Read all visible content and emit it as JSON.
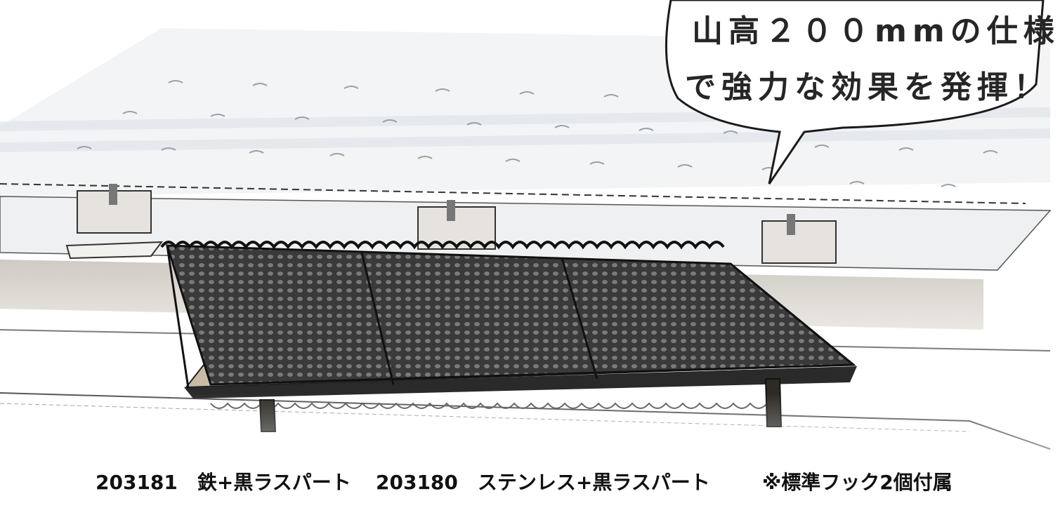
{
  "bubble": {
    "line1": "山高２００mmの仕様",
    "line2": "で強力な効果を発揮！"
  },
  "captions": [
    "203181　鉄+黒ラスパート",
    "203180　ステンレス+黒ラスパート",
    "※標準フック2個付属"
  ],
  "colors": {
    "roof": "#f2f3f4",
    "fascia": "#e6e8ea",
    "gutter": "#d8d5d0",
    "mesh": "#2b2b2b",
    "tray": "#c8b9a5",
    "bracket": "#e3e1de",
    "outline": "#1a1a1a"
  }
}
